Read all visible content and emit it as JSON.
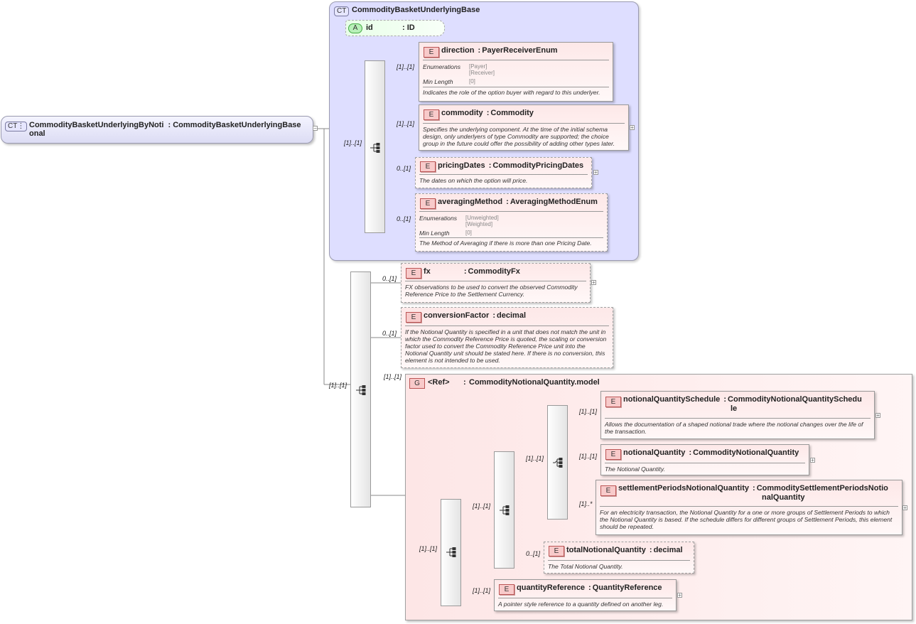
{
  "root": {
    "badge": "CT",
    "name": "CommodityBasketUnderlyingByNoti",
    "name_cont": "onal",
    "type": "CommodityBasketUnderlyingBase"
  },
  "base_ct": {
    "badge": "CT",
    "name": "CommodityBasketUnderlyingBase",
    "attribute": {
      "badge": "A",
      "name": "id",
      "type": ": ID"
    }
  },
  "base_elements": [
    {
      "name": "direction",
      "type": "PayerReceiverEnum",
      "card": "[1]..[1]",
      "enum_label": "Enumerations",
      "enum_values": [
        "[Payer]",
        "[Receiver]"
      ],
      "minlen_label": "Min Length",
      "minlen_value": "[0]",
      "doc": "Indicates the role of the option buyer with regard to this underlyer."
    },
    {
      "name": "commodity",
      "type": "Commodity",
      "card": "[1]..[1]",
      "doc": "Specifies the underlying component. At the time of the initial schema design, only underlyers of type Commodity are supported; the choice group in the future could offer the possibility of adding other types later."
    },
    {
      "name": "pricingDates",
      "type": "CommodityPricingDates",
      "card": "0..[1]",
      "doc": "The dates on which the option will price."
    },
    {
      "name": "averagingMethod",
      "type": "AveragingMethodEnum",
      "card": "0..[1]",
      "enum_label": "Enumerations",
      "enum_values": [
        "[Unweighted]",
        "[Weighted]"
      ],
      "minlen_label": "Min Length",
      "minlen_value": "[0]",
      "doc": "The Method of Averaging if there is more than one Pricing Date."
    }
  ],
  "base_seq_card": "[1]..[1]",
  "ext_seq_card": "[1]..[1]",
  "ext_elements": [
    {
      "name": "fx",
      "type": "CommodityFx",
      "card": "0..[1]",
      "doc": "FX observations to be used to convert the observed Commodity Reference Price to the Settlement Currency."
    },
    {
      "name": "conversionFactor",
      "type": "decimal",
      "card": "0..[1]",
      "doc": "If the Notional Quantity is specified in a unit that does not match the unit in which the Commodity Reference Price is quoted, the scaling or conversion factor used to convert the Commodity Reference Price unit into the Notional Quantity unit should be stated here. If there is no conversion, this element is not intended to be used."
    }
  ],
  "group": {
    "badge": "G",
    "ref": "<Ref>",
    "type": "CommodityNotionalQuantity.model",
    "card": "[1]..[1]",
    "outer_seq_card": "[1]..[1]",
    "mid_seq_card": "[1]..[1]",
    "choice_card": "[1]..[1]",
    "choice_elements": [
      {
        "name": "notionalQuantitySchedule",
        "type": "CommodityNotionalQuantitySchedu",
        "type_cont": "le",
        "card": "[1]..[1]",
        "doc": "Allows the documentation of a shaped notional trade where the notional changes over the life of the transaction."
      },
      {
        "name": "notionalQuantity",
        "type": "CommodityNotionalQuantity",
        "card": "[1]..[1]",
        "doc": "The Notional Quantity."
      },
      {
        "name": "settlementPeriodsNotionalQuantity",
        "type": "CommoditySettlementPeriodsNotio",
        "type_cont": "nalQuantity",
        "card": "[1]..*",
        "doc": "For an electricity transaction, the Notional Quantity for a one or more groups of Settlement Periods to which the Notional Quantity is based. If the schedule differs for different groups of Settlement Periods, this element should be repeated."
      }
    ],
    "total": {
      "name": "totalNotionalQuantity",
      "type": "decimal",
      "card": "0..[1]",
      "doc": "The Total Notional Quantity."
    },
    "quantity_ref": {
      "name": "quantityReference",
      "type": "QuantityReference",
      "card": "[1]..[1]",
      "doc": "A pointer style reference to a quantity defined on another leg."
    }
  },
  "labels": {
    "element_badge": "E",
    "sep": ":",
    "plus": "+",
    "minus": "−"
  }
}
